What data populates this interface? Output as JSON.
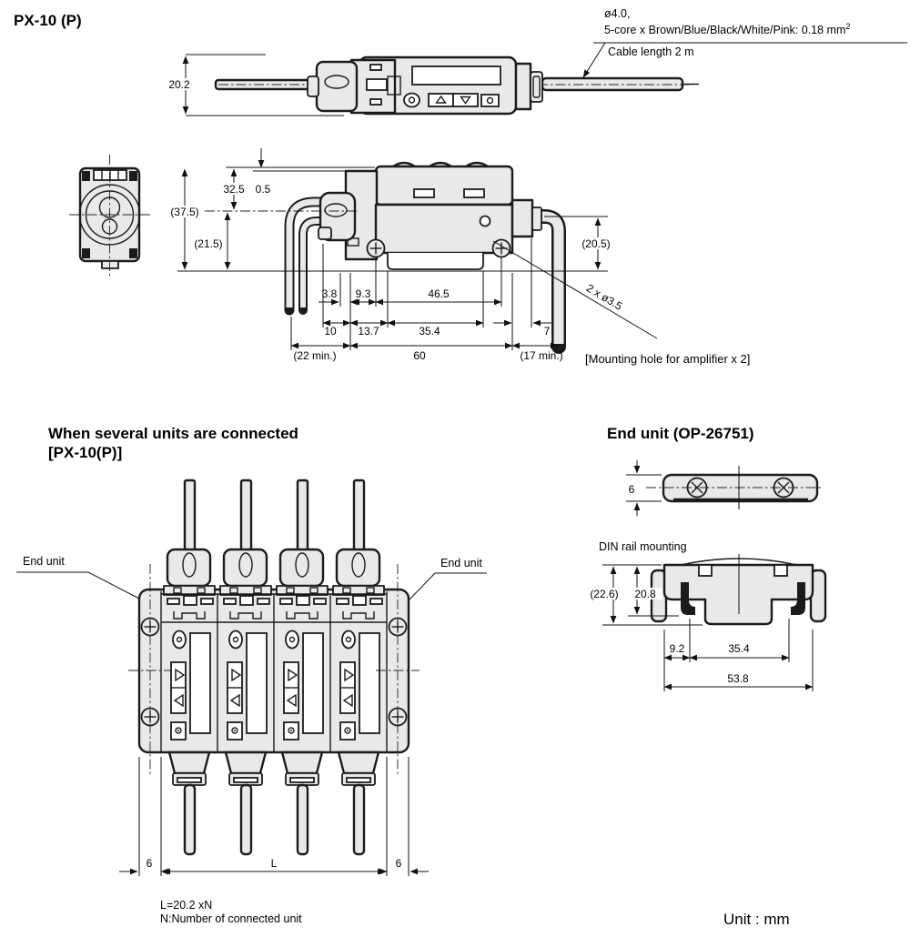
{
  "page": {
    "title": "PX-10 (P)",
    "unit_note": "Unit : mm"
  },
  "top_view": {
    "height_dim": "20.2",
    "cable": {
      "line1": "ø4.0,",
      "line2": "5-core x Brown/Blue/Black/White/Pink: 0.18 mm",
      "line2_sup": "2",
      "line3": "Cable length 2 m"
    }
  },
  "side_view": {
    "dims": {
      "d32_5": "32.5",
      "d0_5": "0.5",
      "d37_5": "(37.5)",
      "d21_5": "(21.5)",
      "d20_5": "(20.5)",
      "d3_8": "3.8",
      "d9_3": "9.3",
      "d46_5": "46.5",
      "d10": "10",
      "d13_7": "13.7",
      "d35_4": "35.4",
      "d7": "7",
      "d22min": "(22 min.)",
      "d60": "60",
      "d17min": "(17 min.)"
    },
    "hole_callout": "2 x ø3.5",
    "hole_note": "[Mounting hole for amplifier x 2]"
  },
  "multi_unit": {
    "title1": "When several units are connected",
    "title2": "[PX-10(P)]",
    "end_unit_left": "End unit",
    "end_unit_right": "End unit",
    "dim_6_left": "6",
    "dim_L": "L",
    "dim_6_right": "6",
    "note1": "L=20.2 xN",
    "note2": "N:Number of connected unit"
  },
  "end_unit": {
    "title": "End unit (OP-26751)",
    "thickness": "6",
    "din_title": "DIN rail mounting",
    "dims": {
      "d22_6": "(22.6)",
      "d20_8": "20.8",
      "d9_2": "9.2",
      "d35_4": "35.4",
      "d53_8": "53.8"
    }
  }
}
